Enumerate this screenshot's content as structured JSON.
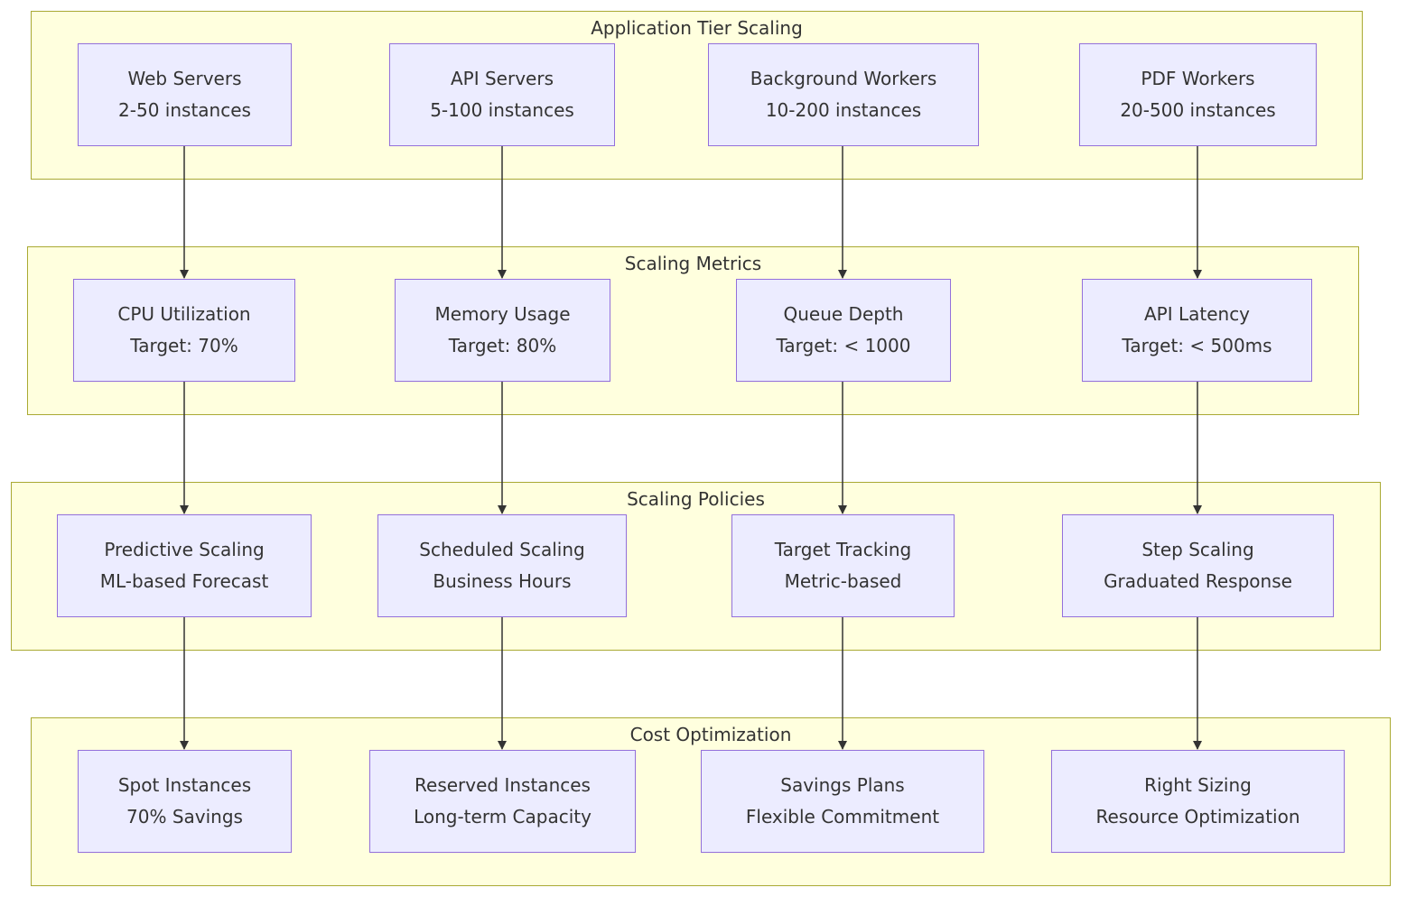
{
  "colors": {
    "cluster_fill": "#ffffde",
    "cluster_stroke": "#aaaa33",
    "node_fill": "#ececff",
    "node_stroke": "#9370db",
    "edge": "#333333",
    "text": "#333333"
  },
  "clusters": {
    "app_tier": {
      "title": "Application Tier Scaling",
      "nodes": {
        "web": {
          "line1": "Web Servers",
          "line2": "2-50 instances"
        },
        "api": {
          "line1": "API Servers",
          "line2": "5-100 instances"
        },
        "bg": {
          "line1": "Background Workers",
          "line2": "10-200 instances"
        },
        "pdf": {
          "line1": "PDF Workers",
          "line2": "20-500 instances"
        }
      }
    },
    "metrics": {
      "title": "Scaling Metrics",
      "nodes": {
        "cpu": {
          "line1": "CPU Utilization",
          "line2": "Target: 70%"
        },
        "mem": {
          "line1": "Memory Usage",
          "line2": "Target: 80%"
        },
        "queue": {
          "line1": "Queue Depth",
          "line2": "Target: < 1000"
        },
        "latency": {
          "line1": "API Latency",
          "line2": "Target: < 500ms"
        }
      }
    },
    "policies": {
      "title": "Scaling Policies",
      "nodes": {
        "predictive": {
          "line1": "Predictive Scaling",
          "line2": "ML-based Forecast"
        },
        "scheduled": {
          "line1": "Scheduled Scaling",
          "line2": "Business Hours"
        },
        "target": {
          "line1": "Target Tracking",
          "line2": "Metric-based"
        },
        "step": {
          "line1": "Step Scaling",
          "line2": "Graduated Response"
        }
      }
    },
    "cost": {
      "title": "Cost Optimization",
      "nodes": {
        "spot": {
          "line1": "Spot Instances",
          "line2": "70% Savings"
        },
        "reserved": {
          "line1": "Reserved Instances",
          "line2": "Long-term Capacity"
        },
        "savings": {
          "line1": "Savings Plans",
          "line2": "Flexible Commitment"
        },
        "rightsizing": {
          "line1": "Right Sizing",
          "line2": "Resource Optimization"
        }
      }
    }
  },
  "edges": [
    {
      "from": "web",
      "to": "cpu"
    },
    {
      "from": "api",
      "to": "mem"
    },
    {
      "from": "bg",
      "to": "queue"
    },
    {
      "from": "pdf",
      "to": "latency"
    },
    {
      "from": "cpu",
      "to": "predictive"
    },
    {
      "from": "mem",
      "to": "scheduled"
    },
    {
      "from": "queue",
      "to": "target"
    },
    {
      "from": "latency",
      "to": "step"
    },
    {
      "from": "predictive",
      "to": "spot"
    },
    {
      "from": "scheduled",
      "to": "reserved"
    },
    {
      "from": "target",
      "to": "savings"
    },
    {
      "from": "step",
      "to": "rightsizing"
    }
  ]
}
